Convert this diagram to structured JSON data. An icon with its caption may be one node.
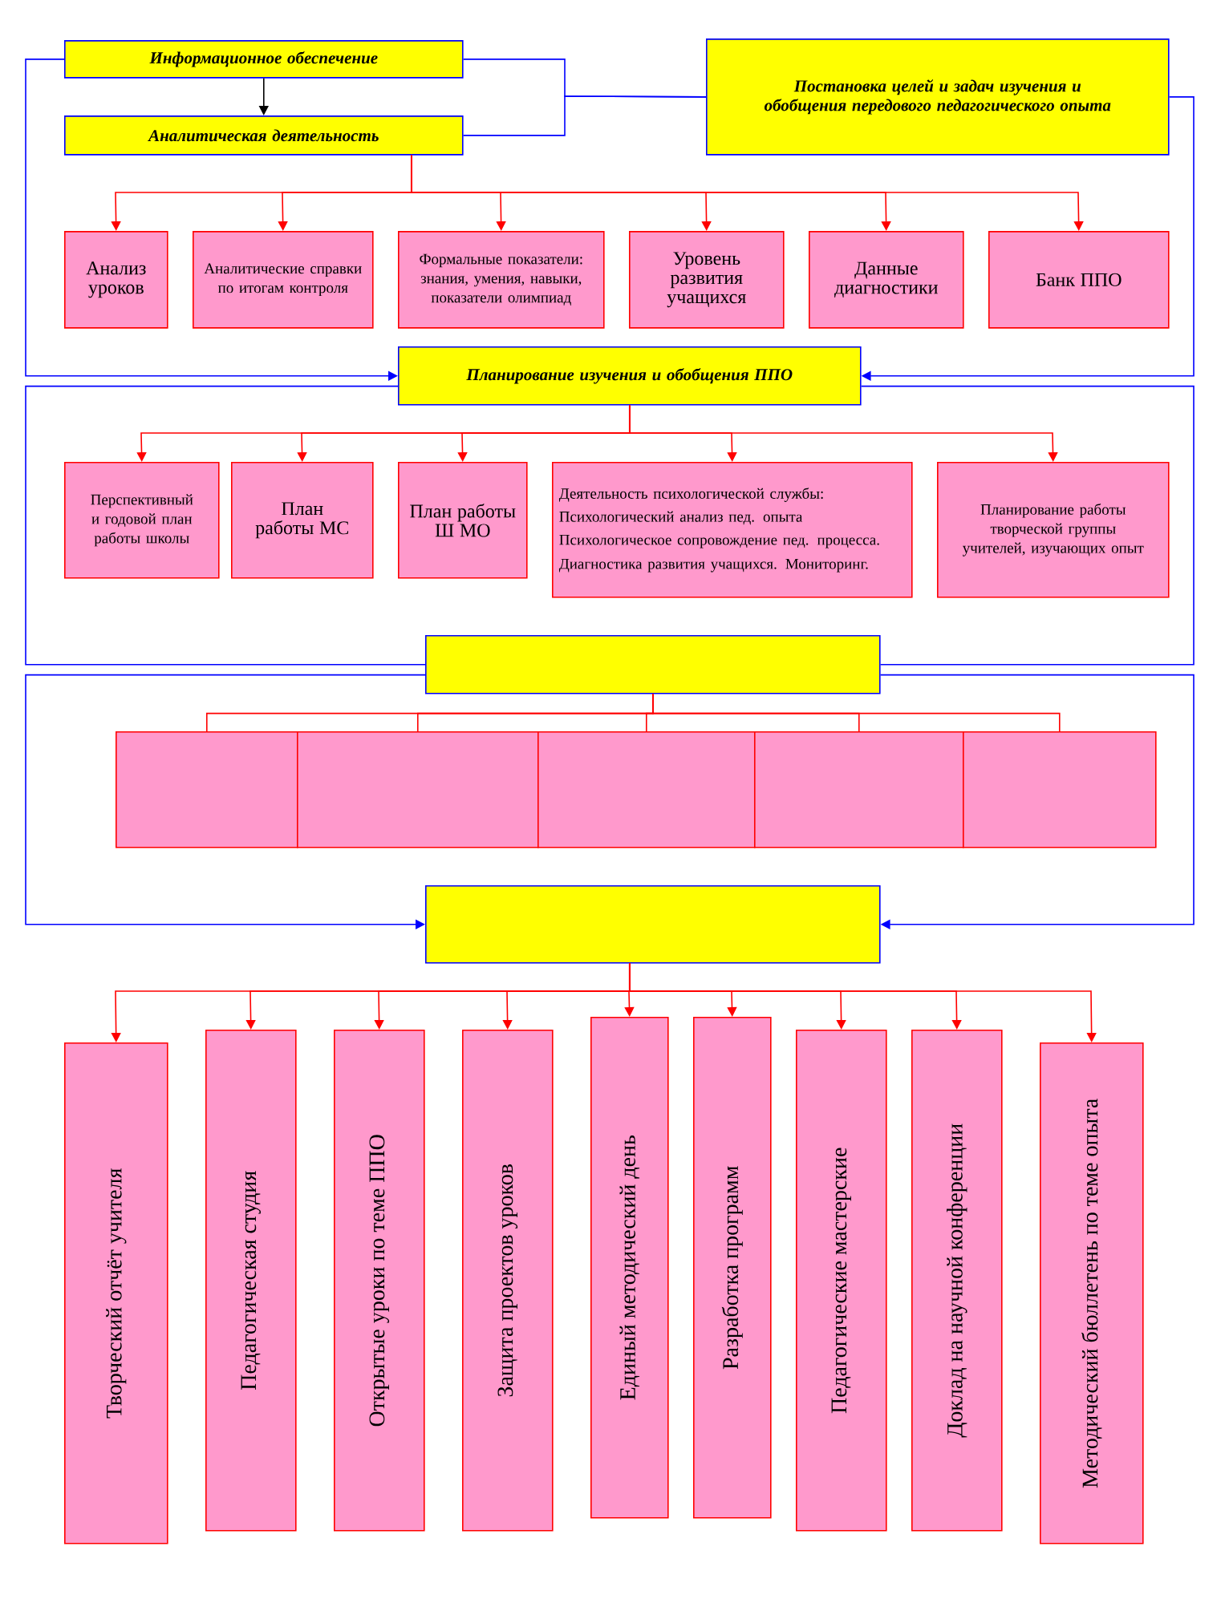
{
  "diagram": {
    "nodes": [
      {
        "text": [
          "Информационное обеспечение"
        ]
      },
      {
        "text": [
          "Аналитическая деятельность"
        ]
      },
      {
        "text": [
          "Постановка целей и задач изучения и обобщения передового педагогического опыта"
        ]
      },
      {
        "text": [
          "Анализ уроков"
        ]
      },
      {
        "text": [
          "Аналитические справки по итогам контроля"
        ]
      },
      {
        "text": [
          "Формальные показатели: знания, умения, навыки, показатели олимпиад"
        ]
      },
      {
        "text": [
          "Уровень развития учащихся"
        ]
      },
      {
        "text": [
          "Данные диагностики"
        ]
      },
      {
        "text": [
          "Банк ППО"
        ]
      },
      {
        "text": [
          "Планирование изучения и обобщения ППО"
        ]
      },
      {
        "text": [
          "Перспективный и годовой план работы школы"
        ]
      },
      {
        "text": [
          "План работы МС"
        ]
      },
      {
        "text": [
          "План работы Ш МО"
        ]
      },
      {
        "text": [
          "Деятельность психологической службы:",
          "Психологический анализ пед. опыта",
          "Психологическое сопровождение пед. процесса.",
          "Диагностика развития учащихся. Мониторинг."
        ]
      },
      {
        "text": [
          "Планирование работы творческой группы учителей, изучающих опыт"
        ]
      },
      {
        "text": [],
        "shape": "box"
      },
      {
        "text": [],
        "shape": "box"
      },
      {
        "text": [],
        "shape": "box"
      },
      {
        "text": [],
        "shape": "box"
      },
      {
        "text": [],
        "shape": "box"
      },
      {
        "text": [],
        "shape": "box"
      },
      {
        "text": [],
        "shape": "box"
      },
      {
        "text": [
          "Творческий отчёт учителя"
        ]
      },
      {
        "text": [
          "Педагогическая студия"
        ]
      },
      {
        "text": [
          "Открытые уроки по теме ППО"
        ]
      },
      {
        "text": [
          "Защита проектов уроков"
        ]
      },
      {
        "text": [
          "Единый методический день"
        ]
      },
      {
        "text": [
          "Разработка программ"
        ]
      },
      {
        "text": [
          "Педагогические мастерские"
        ]
      },
      {
        "text": [
          "Доклад на научной конференции"
        ]
      },
      {
        "text": [
          "Методический бюллетень по теме опыта"
        ]
      }
    ],
    "edges": [
      {
        "from": 0,
        "to": 1,
        "arrow": "to",
        "color": "#000000"
      },
      {
        "from": 0,
        "to": 2,
        "arrow": "none",
        "color": "#0000ff"
      },
      {
        "from": 1,
        "to": 2,
        "arrow": "none",
        "color": "#0000ff"
      },
      {
        "from": 1,
        "to": 3,
        "arrow": "to"
      },
      {
        "from": 1,
        "to": 4,
        "arrow": "to"
      },
      {
        "from": 1,
        "to": 5,
        "arrow": "to"
      },
      {
        "from": 1,
        "to": 6,
        "arrow": "to"
      },
      {
        "from": 1,
        "to": 7,
        "arrow": "to"
      },
      {
        "from": 1,
        "to": 8,
        "arrow": "to"
      },
      {
        "from": 0,
        "to": 9,
        "arrow": "to",
        "color": "#0000ff"
      },
      {
        "from": 2,
        "to": 9,
        "arrow": "to",
        "color": "#0000ff"
      },
      {
        "from": 9,
        "to": 10,
        "arrow": "to"
      },
      {
        "from": 9,
        "to": 11,
        "arrow": "to"
      },
      {
        "from": 9,
        "to": 12,
        "arrow": "to"
      },
      {
        "from": 9,
        "to": 13,
        "arrow": "to"
      },
      {
        "from": 9,
        "to": 14,
        "arrow": "to"
      },
      {
        "from": 9,
        "to": 15,
        "arrow": "none",
        "color": "#0000ff"
      },
      {
        "from": 9,
        "to": 15,
        "arrow": "none",
        "color": "#0000ff"
      },
      {
        "from": 15,
        "to": 21,
        "arrow": "to",
        "color": "#0000ff"
      },
      {
        "from": 15,
        "to": 21,
        "arrow": "to",
        "color": "#0000ff"
      },
      {
        "from": 15,
        "to": 16,
        "arrow": "none"
      },
      {
        "from": 15,
        "to": 17,
        "arrow": "none"
      },
      {
        "from": 15,
        "to": 18,
        "arrow": "none"
      },
      {
        "from": 15,
        "to": 19,
        "arrow": "none"
      },
      {
        "from": 15,
        "to": 20,
        "arrow": "none"
      },
      {
        "from": 21,
        "to": 22,
        "arrow": "to"
      },
      {
        "from": 21,
        "to": 23,
        "arrow": "to"
      },
      {
        "from": 21,
        "to": 24,
        "arrow": "to"
      },
      {
        "from": 21,
        "to": 25,
        "arrow": "to"
      },
      {
        "from": 21,
        "to": 26,
        "arrow": "to"
      },
      {
        "from": 21,
        "to": 27,
        "arrow": "to"
      },
      {
        "from": 21,
        "to": 28,
        "arrow": "to"
      },
      {
        "from": 21,
        "to": 29,
        "arrow": "to"
      },
      {
        "from": 21,
        "to": 30,
        "arrow": "to"
      }
    ]
  }
}
